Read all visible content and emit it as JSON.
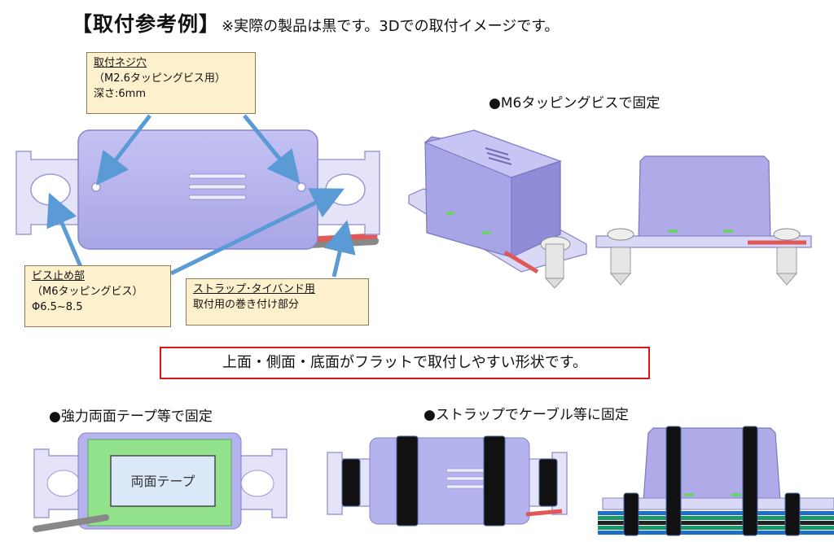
{
  "title": "【取付参考例】",
  "title_note": "※実際の製品は黒です。3Dでの取付イメージです。",
  "callouts": {
    "screw_hole": {
      "head": "取付ネジ穴",
      "line2": "（M2.6タッピングビス用）",
      "line3": "深さ:6mm"
    },
    "screw_stop": {
      "head": "ビス止め部",
      "line2": "（M6タッピングビス）",
      "line3": "Φ6.5~8.5"
    },
    "strap_band": {
      "head": "ストラップ･タイバンド用",
      "line2": "取付用の巻き付け部分"
    }
  },
  "sections": {
    "m6_fix": "●M6タッピングビスで固定",
    "tape_fix": "●強力両面テープ等で固定",
    "strap_fix": "●ストラップでケーブル等に固定"
  },
  "banner": "上面・側面・底面がフラットで取付しやすい形状です。",
  "tape_label": "両面テープ",
  "colors": {
    "body_purple": "#b5b3ee",
    "flange": "#e4e3f8",
    "callout_bg": "#fdf0cc",
    "arrow_blue": "#5b9bd5",
    "banner_border": "#d01818",
    "tape_green": "#92e28c",
    "strap_black": "#111111"
  }
}
